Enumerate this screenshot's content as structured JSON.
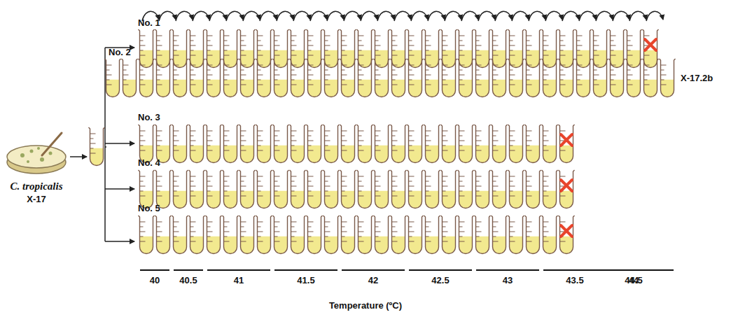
{
  "diagram": {
    "labels": [
      "No. 1",
      "No. 2",
      "X-17.2b",
      "No. 3",
      "No. 4",
      "No. 5",
      "C. tropicalis",
      "X-17",
      "40",
      "40.5",
      "41",
      "41.5",
      "42",
      "42.5",
      "43",
      "43.5",
      "44",
      "44.5",
      "Temperature (ºC)"
    ]
  }
}
